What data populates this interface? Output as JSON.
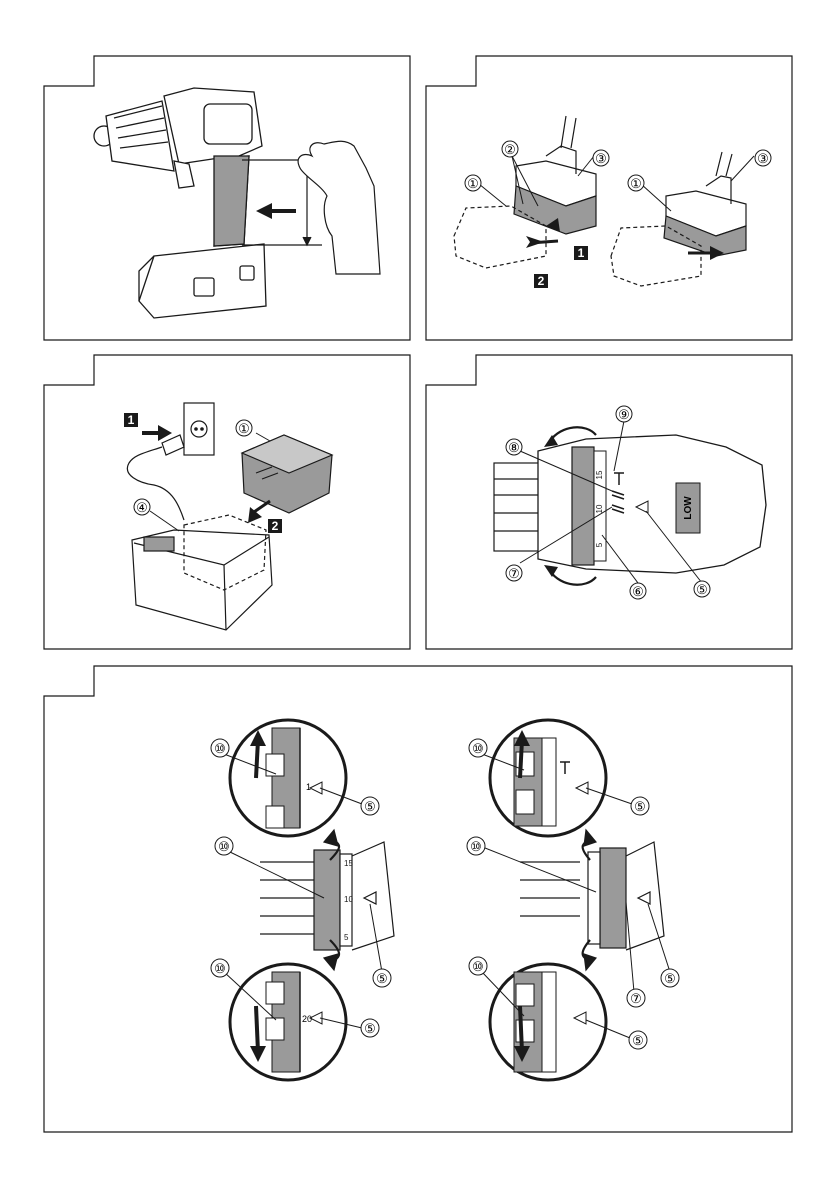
{
  "panels": [
    {
      "id": "fig1"
    },
    {
      "id": "fig2"
    },
    {
      "id": "fig3"
    },
    {
      "id": "fig4"
    },
    {
      "id": "fig5"
    }
  ],
  "fig2": {
    "callouts": [
      "①",
      "②",
      "③",
      "①",
      "③"
    ],
    "steps": [
      "1",
      "2"
    ]
  },
  "fig3": {
    "callouts": [
      "①",
      "④"
    ],
    "steps": [
      "1",
      "2"
    ]
  },
  "fig4": {
    "callouts": [
      "⑨",
      "⑧",
      "⑦",
      "⑥",
      "⑤"
    ],
    "switch_label": "LOW",
    "scale": [
      "15",
      "10",
      "5"
    ]
  },
  "fig5": {
    "callouts": [
      "⑩",
      "⑤",
      "⑩",
      "⑤",
      "⑩",
      "⑤",
      "⑩",
      "⑤",
      "⑩",
      "⑤",
      "⑦",
      "⑩",
      "⑤"
    ],
    "scale_numbers": [
      "1",
      "10",
      "5",
      "15",
      "20"
    ]
  },
  "colors": {
    "line": "#1a1a1a",
    "shade": "#9a9a9a",
    "light_shade": "#c8c8c8"
  }
}
